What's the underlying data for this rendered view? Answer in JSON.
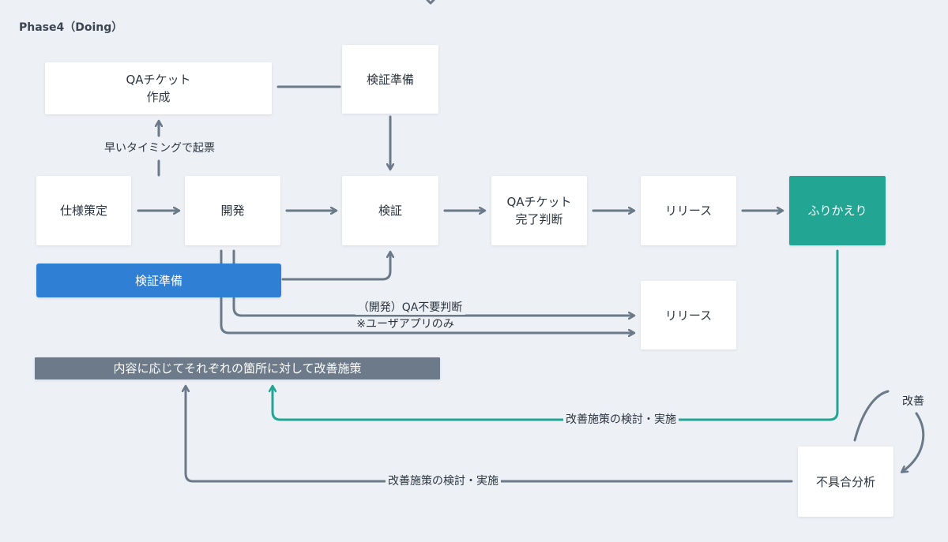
{
  "phase_title": "Phase4（Doing）",
  "nodes": {
    "qa_ticket_create": "QAチケット\n作成",
    "verify_prep_top": "検証準備",
    "spec": "仕様策定",
    "dev": "開発",
    "verify": "検証",
    "qa_ticket_done": "QAチケット\n完了判断",
    "release_main": "リリース",
    "retro": "ふりかえり",
    "verify_prep_blue": "検証準備",
    "release_sub": "リリース",
    "improvement_banner": "内容に応じてそれぞれの箇所に対して改善施策",
    "defect_analysis": "不具合分析"
  },
  "edge_labels": {
    "early_ticket": "早いタイミングで起票",
    "qa_not_needed_line1": "（開発）QA不要判断",
    "qa_not_needed_line2": "※ユーザアプリのみ",
    "improve_review_teal": "改善施策の検討・実施",
    "improve_review_gray": "改善施策の検討・実施",
    "improve_loop": "改善"
  },
  "colors": {
    "background": "#edf0f5",
    "node": "#ffffff",
    "teal": "#22a693",
    "blue": "#2f7fd4",
    "banner": "#6c7a89",
    "arrow": "#6b7a89"
  }
}
